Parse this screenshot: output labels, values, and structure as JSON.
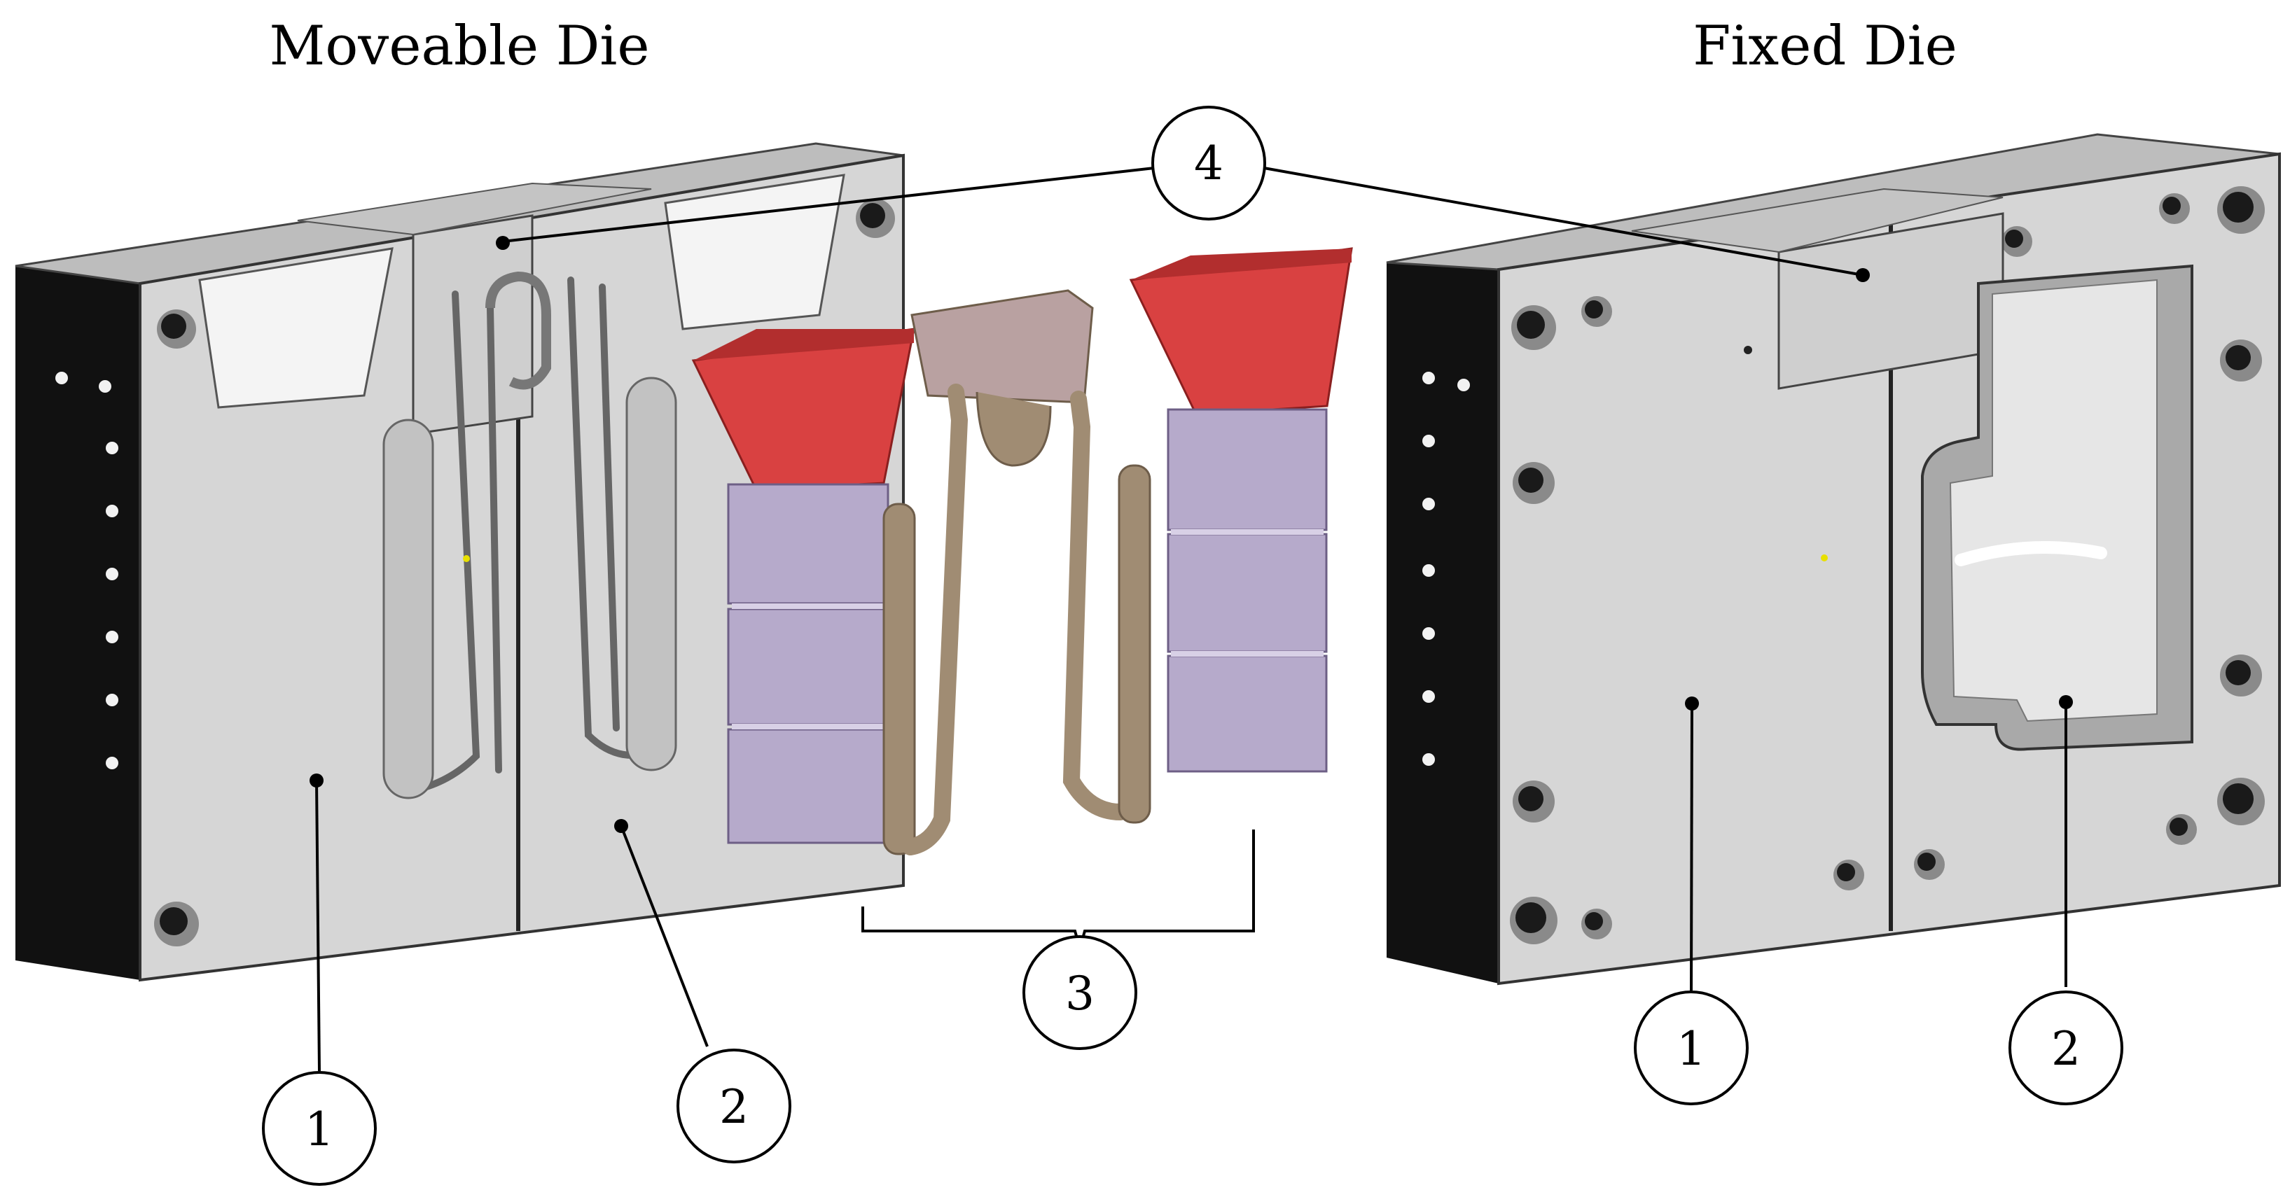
{
  "titles": {
    "moveable": "Moveable Die",
    "fixed": "Fixed Die"
  },
  "callouts": {
    "c1_left": "1",
    "c2_left": "2",
    "c3": "3",
    "c4": "4",
    "c1_right": "1",
    "c2_right": "2"
  },
  "colors": {
    "plate_face": "#d6d6d6",
    "plate_top": "#bdbdbd",
    "plate_side": "#111111",
    "plate_hole": "#f2f2f2",
    "cavity_light": "#f4f4f4",
    "insert_top": "#c9c9c9",
    "casting_red": "#d94141",
    "casting_red_dark": "#b22e2e",
    "casting_lavender": "#b6aacb",
    "casting_lavender_light": "#d8d0e6",
    "runner_brown": "#a08c73",
    "runner_dark": "#6e5d4a",
    "gate_mauve": "#b9a1a1",
    "leader_line": "#000000"
  }
}
